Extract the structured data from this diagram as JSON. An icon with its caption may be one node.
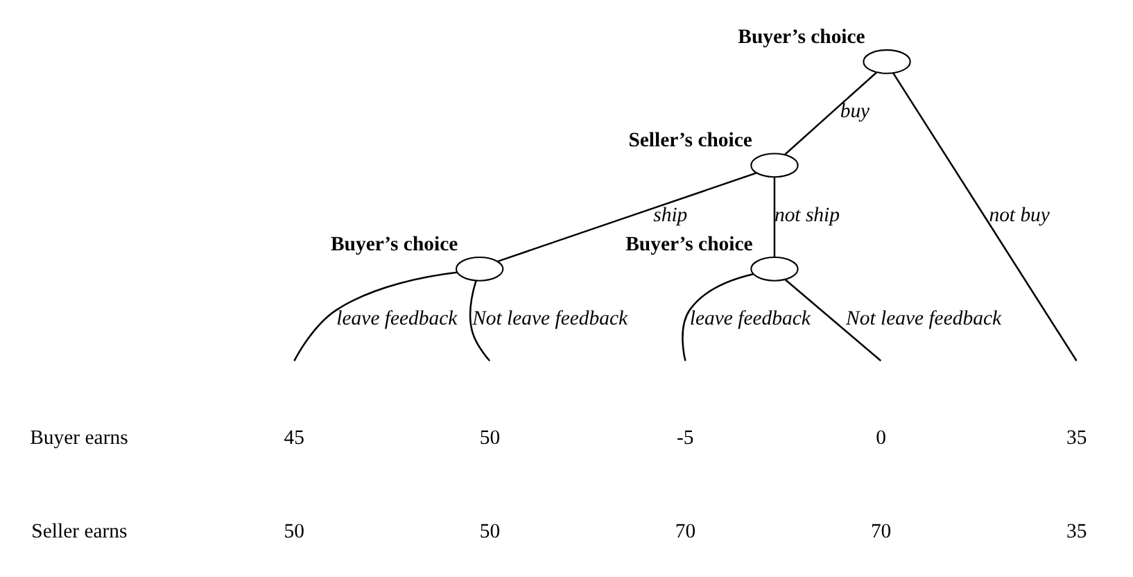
{
  "diagram": {
    "nodes": [
      {
        "text": [],
        "shape": "ellipse",
        "beside": [
          "Buyer’s choice"
        ]
      },
      {
        "text": [],
        "shape": "ellipse",
        "beside": [
          "Seller’s choice"
        ]
      },
      {
        "text": [],
        "shape": "ellipse",
        "beside": [
          "Buyer’s choice"
        ]
      },
      {
        "text": [],
        "shape": "ellipse",
        "beside": [
          "Buyer’s choice"
        ]
      }
    ],
    "edges": [
      {
        "from": 0,
        "to": 1,
        "arrow": "none",
        "label": "buy"
      },
      {
        "from": 0,
        "to": null,
        "arrow": "none",
        "label": "not buy"
      },
      {
        "from": 1,
        "to": 2,
        "arrow": "none",
        "label": "ship"
      },
      {
        "from": 1,
        "to": 3,
        "arrow": "none",
        "label": "not ship"
      },
      {
        "from": 2,
        "to": null,
        "arrow": "none",
        "label": "leave feedback"
      },
      {
        "from": 2,
        "to": null,
        "arrow": "none",
        "label": "Not leave feedback"
      },
      {
        "from": 3,
        "to": null,
        "arrow": "none",
        "label": "leave feedback"
      },
      {
        "from": 3,
        "to": null,
        "arrow": "none",
        "label": "Not leave feedback"
      }
    ],
    "labels": [
      "Buyer earns",
      "45",
      "50",
      "-5",
      "0",
      "35",
      "Seller earns",
      "50",
      "50",
      "70",
      "70",
      "35"
    ]
  }
}
